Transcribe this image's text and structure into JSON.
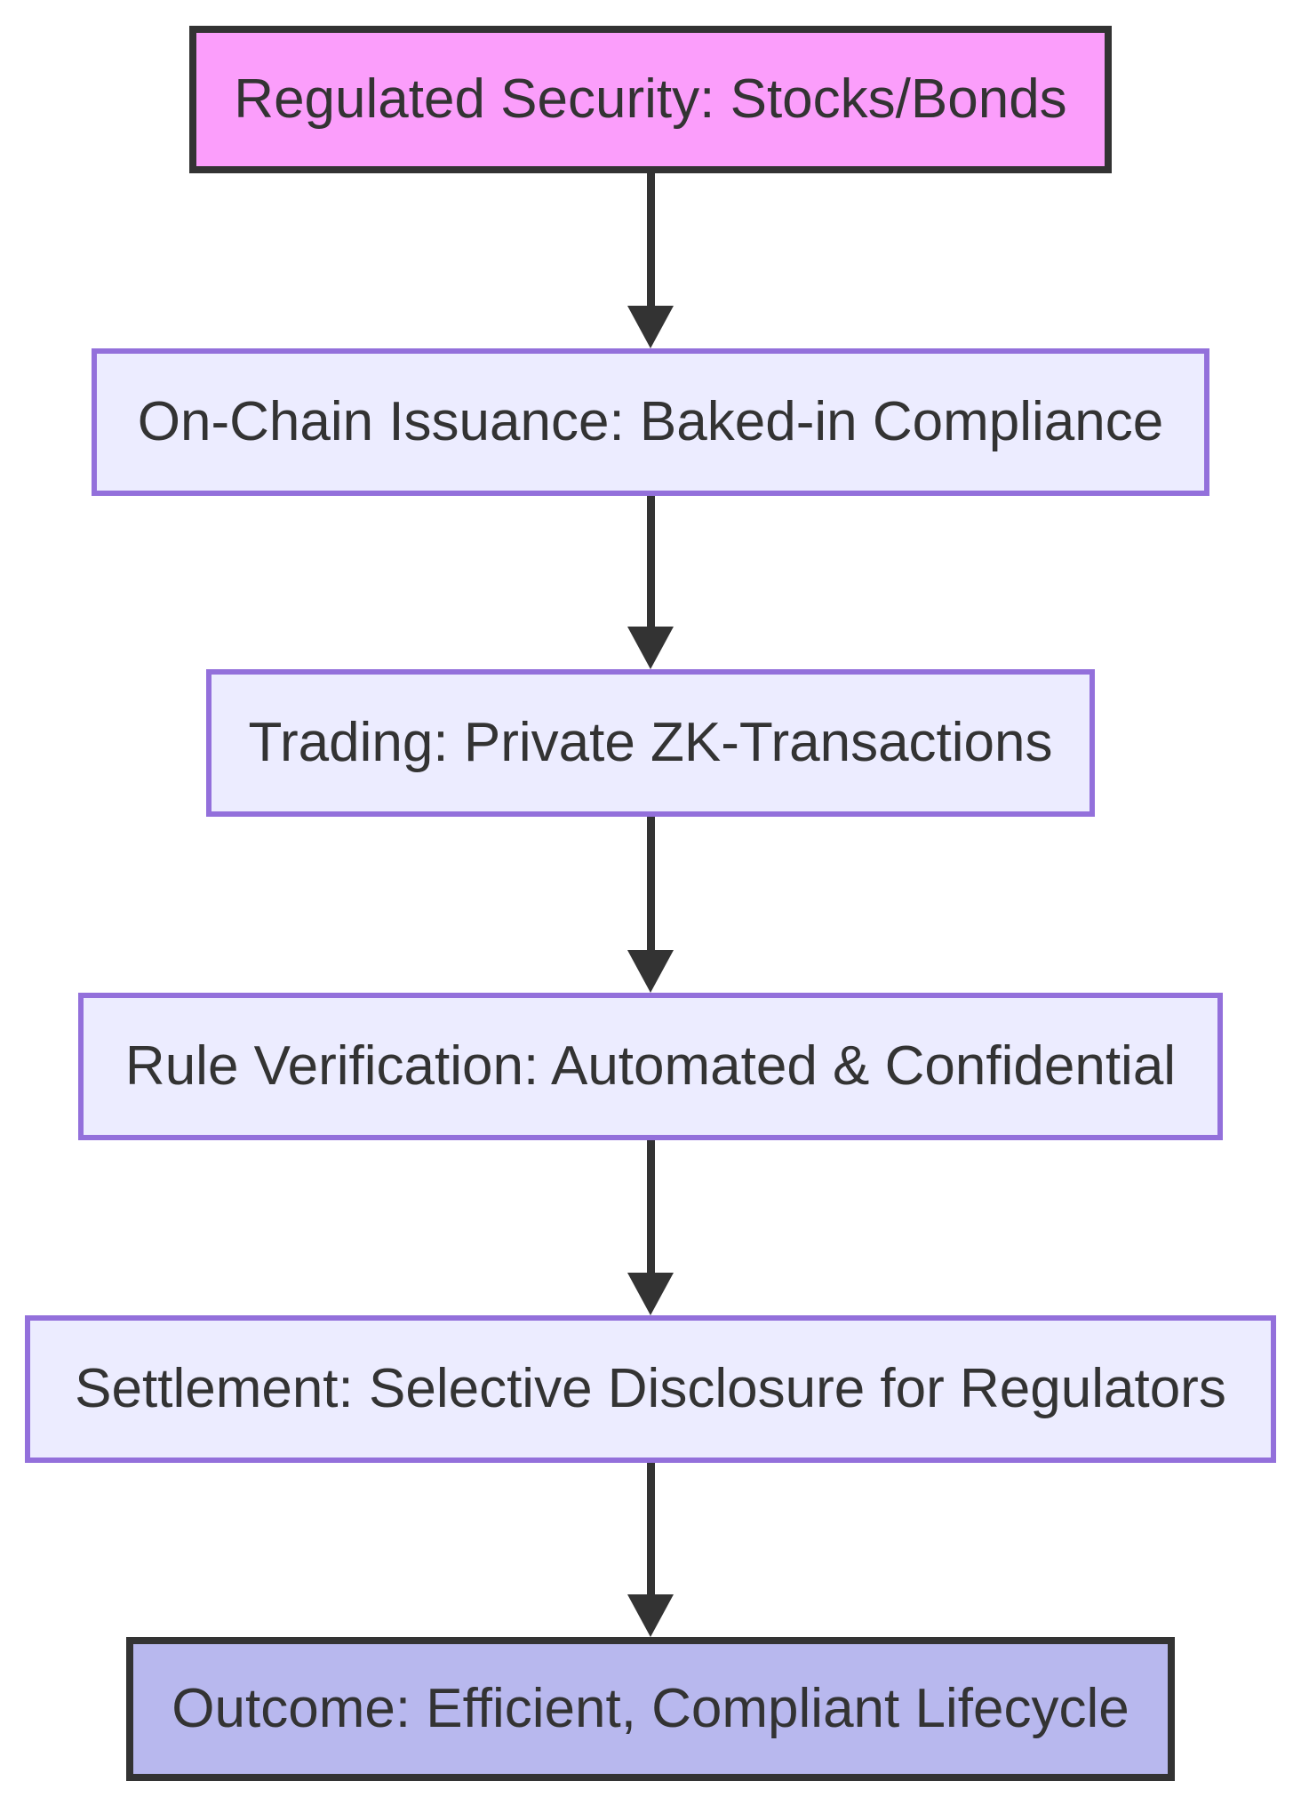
{
  "diagram": {
    "background_color": "#ffffff",
    "text_color": "#333333",
    "arrow_color": "#333333",
    "nodes": [
      {
        "id": "regulated-security",
        "label": "Regulated Security: Stocks/Bonds",
        "fill": "#fb9efb",
        "border": "#333333"
      },
      {
        "id": "on-chain-issuance",
        "label": "On-Chain Issuance: Baked-in Compliance",
        "fill": "#ececff",
        "border": "#9370db"
      },
      {
        "id": "trading",
        "label": "Trading: Private ZK-Transactions",
        "fill": "#ececff",
        "border": "#9370db"
      },
      {
        "id": "rule-verification",
        "label": "Rule Verification: Automated & Confidential",
        "fill": "#ececff",
        "border": "#9370db"
      },
      {
        "id": "settlement",
        "label": "Settlement: Selective Disclosure for Regulators",
        "fill": "#ececff",
        "border": "#9370db"
      },
      {
        "id": "outcome",
        "label": "Outcome: Efficient, Compliant Lifecycle",
        "fill": "#b8b8ee",
        "border": "#333333"
      }
    ]
  }
}
